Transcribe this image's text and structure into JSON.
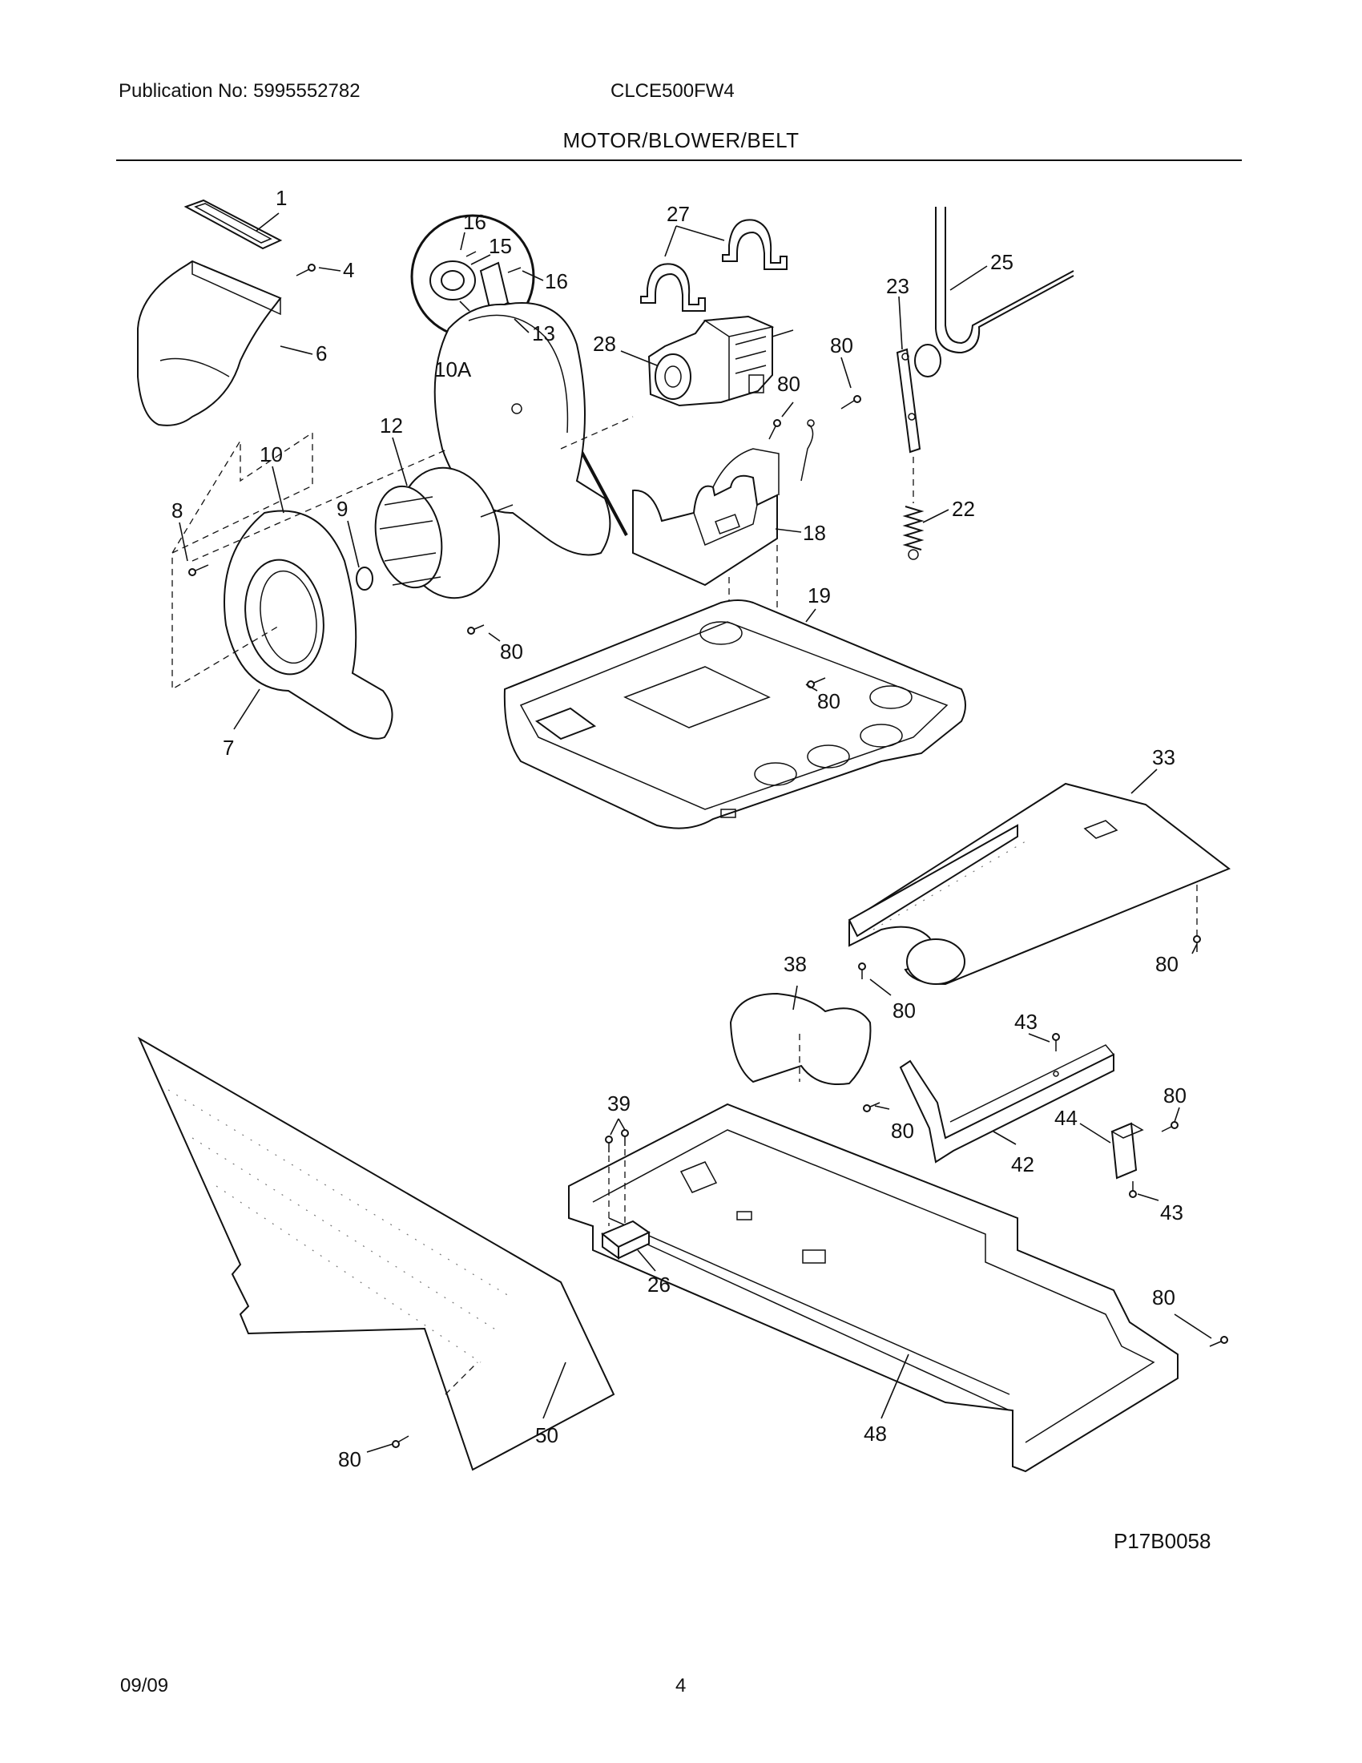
{
  "header": {
    "publication": "Publication No: 5995552782",
    "model": "CLCE500FW4",
    "section_title": "MOTOR/BLOWER/BELT"
  },
  "callouts": [
    {
      "label": "1"
    },
    {
      "label": "4"
    },
    {
      "label": "6"
    },
    {
      "label": "16"
    },
    {
      "label": "15"
    },
    {
      "label": "16"
    },
    {
      "label": "13"
    },
    {
      "label": "27"
    },
    {
      "label": "28"
    },
    {
      "label": "25"
    },
    {
      "label": "23"
    },
    {
      "label": "80"
    },
    {
      "label": "80"
    },
    {
      "label": "10A"
    },
    {
      "label": "12"
    },
    {
      "label": "10"
    },
    {
      "label": "8"
    },
    {
      "label": "9"
    },
    {
      "label": "18"
    },
    {
      "label": "22"
    },
    {
      "label": "19"
    },
    {
      "label": "80"
    },
    {
      "label": "80"
    },
    {
      "label": "7"
    },
    {
      "label": "33"
    },
    {
      "label": "38"
    },
    {
      "label": "80"
    },
    {
      "label": "80"
    },
    {
      "label": "43"
    },
    {
      "label": "39"
    },
    {
      "label": "80"
    },
    {
      "label": "44"
    },
    {
      "label": "80"
    },
    {
      "label": "42"
    },
    {
      "label": "43"
    },
    {
      "label": "26"
    },
    {
      "label": "80"
    },
    {
      "label": "48"
    },
    {
      "label": "80"
    },
    {
      "label": "50"
    }
  ],
  "footer": {
    "figure_code": "P17B0058",
    "date": "09/09",
    "page": "4"
  }
}
